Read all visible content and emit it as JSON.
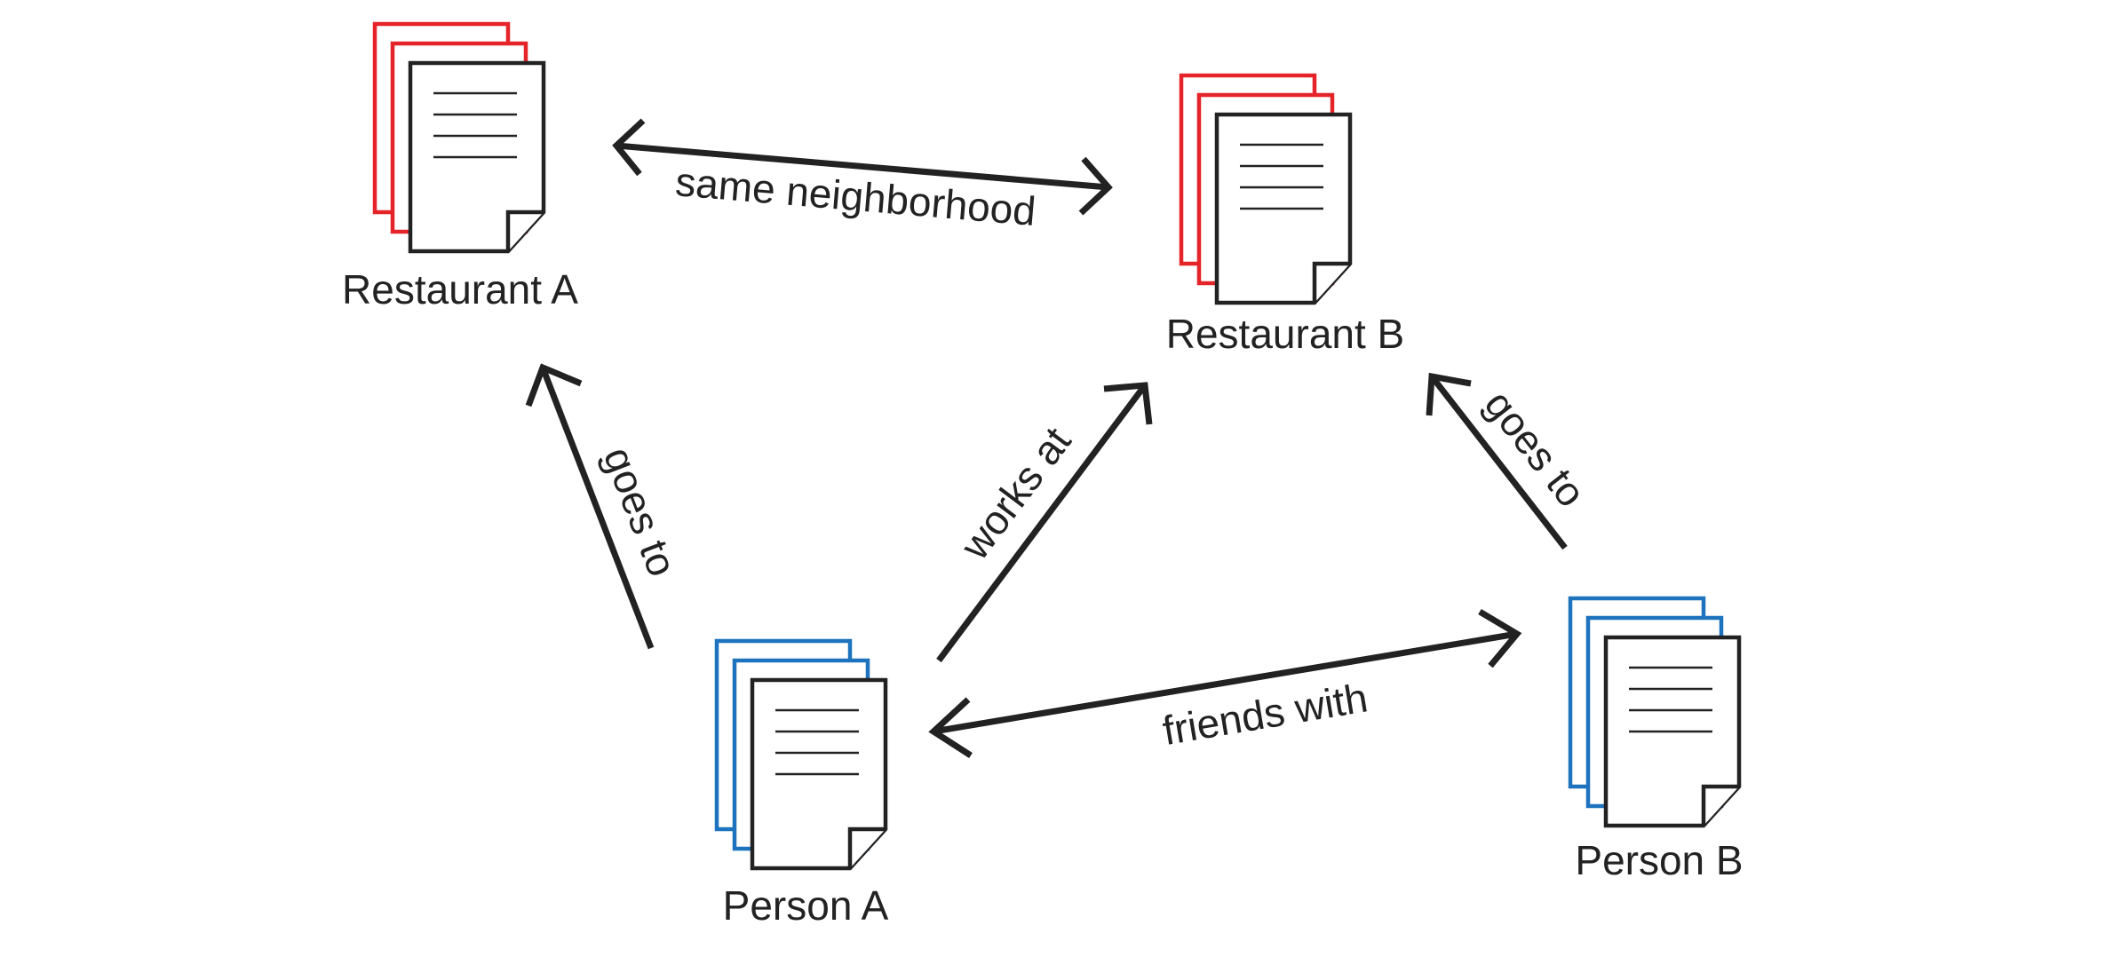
{
  "colors": {
    "restaurant": "#e5242a",
    "person": "#1d73be",
    "ink": "#222222"
  },
  "icon": "document-stack-icon",
  "nodes": {
    "restaurant_a": {
      "label": "Restaurant A",
      "kind": "restaurant"
    },
    "restaurant_b": {
      "label": "Restaurant B",
      "kind": "restaurant"
    },
    "person_a": {
      "label": "Person A",
      "kind": "person"
    },
    "person_b": {
      "label": "Person B",
      "kind": "person"
    }
  },
  "edges": {
    "same_neighborhood": {
      "label": "same neighborhood",
      "from": "restaurant_a",
      "to": "restaurant_b",
      "bidirectional": true
    },
    "person_a_goes_to": {
      "label": "goes to",
      "from": "person_a",
      "to": "restaurant_a",
      "bidirectional": false
    },
    "works_at": {
      "label": "works at",
      "from": "person_a",
      "to": "restaurant_b",
      "bidirectional": false
    },
    "person_b_goes_to": {
      "label": "goes to",
      "from": "person_b",
      "to": "restaurant_b",
      "bidirectional": false
    },
    "friends_with": {
      "label": "friends with",
      "from": "person_a",
      "to": "person_b",
      "bidirectional": true
    }
  }
}
